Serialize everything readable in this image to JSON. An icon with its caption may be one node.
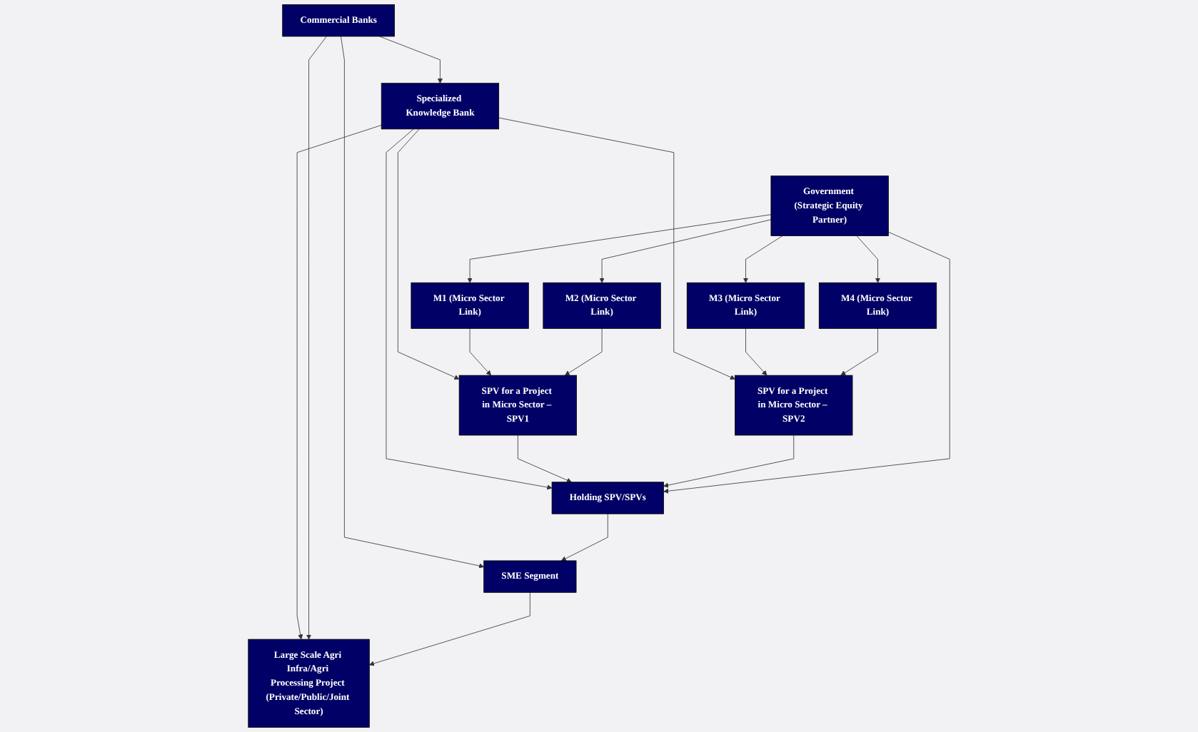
{
  "diagram": {
    "nodes": [
      {
        "text": [
          "M1 (Micro Sector Link)"
        ]
      },
      {
        "text": [
          "M2 (Micro Sector Link)"
        ]
      },
      {
        "text": [
          "M3 (Micro Sector Link)"
        ]
      },
      {
        "text": [
          "M4 (Micro Sector Link)"
        ]
      },
      {
        "text": [
          "SPV for a Project in Micro Sector – SPV1"
        ]
      },
      {
        "text": [
          "SPV for a Project in Micro Sector – SPV2"
        ]
      },
      {
        "text": [
          "Holding SPV/SPVs"
        ]
      },
      {
        "text": [
          "Specialized Knowledge Bank"
        ]
      },
      {
        "text": [
          "Government (Strategic Equity Partner)"
        ]
      },
      {
        "text": [
          "SME Segment"
        ]
      },
      {
        "text": [
          "Commercial Banks"
        ]
      },
      {
        "text": [
          "Large Scale Agri Infra/Agri Processing Project (Private/Public/Joint Sector)"
        ]
      }
    ],
    "edges": [
      {
        "from": 10,
        "to": 7,
        "arrow": "to"
      },
      {
        "from": 7,
        "to": 4,
        "arrow": "to"
      },
      {
        "from": 7,
        "to": 5,
        "arrow": "to"
      },
      {
        "from": 7,
        "to": 6,
        "arrow": "to"
      },
      {
        "from": 7,
        "to": 11,
        "arrow": "to"
      },
      {
        "from": 10,
        "to": 9,
        "arrow": "to"
      },
      {
        "from": 10,
        "to": 11,
        "arrow": "to"
      },
      {
        "from": 8,
        "to": 0,
        "arrow": "to"
      },
      {
        "from": 8,
        "to": 1,
        "arrow": "to"
      },
      {
        "from": 8,
        "to": 2,
        "arrow": "to"
      },
      {
        "from": 8,
        "to": 3,
        "arrow": "to"
      },
      {
        "from": 0,
        "to": 4,
        "arrow": "to"
      },
      {
        "from": 1,
        "to": 4,
        "arrow": "to"
      },
      {
        "from": 2,
        "to": 5,
        "arrow": "to"
      },
      {
        "from": 3,
        "to": 5,
        "arrow": "to"
      },
      {
        "from": 4,
        "to": 6,
        "arrow": "to"
      },
      {
        "from": 5,
        "to": 6,
        "arrow": "to"
      },
      {
        "from": 8,
        "to": 6,
        "arrow": "to"
      },
      {
        "from": 6,
        "to": 9,
        "arrow": "to"
      },
      {
        "from": 9,
        "to": 11,
        "arrow": "to"
      }
    ]
  }
}
